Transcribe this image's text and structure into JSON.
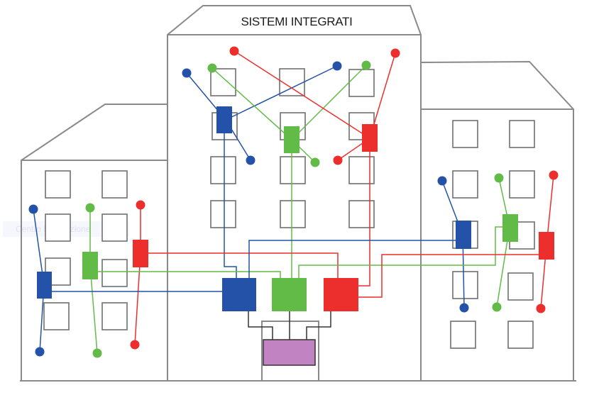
{
  "title": "SISTEMI INTEGRATI",
  "ghost_label": "Centro Integrazione",
  "colors": {
    "outline": "#8a8a8a",
    "window": "#707070",
    "blue": "#2352a8",
    "green": "#62bb46",
    "red": "#ec2f2c",
    "hub": "#c183c2",
    "wire_dark": "#333333"
  },
  "buildings": [
    {
      "id": "left",
      "name": "Left building"
    },
    {
      "id": "center",
      "name": "Center building"
    },
    {
      "id": "right",
      "name": "Right building"
    }
  ],
  "nodes": {
    "controllers": [
      {
        "id": "c-blue",
        "system": "blue"
      },
      {
        "id": "c-green",
        "system": "green"
      },
      {
        "id": "c-red",
        "system": "red"
      }
    ],
    "hub": {
      "id": "hub",
      "label": ""
    }
  }
}
